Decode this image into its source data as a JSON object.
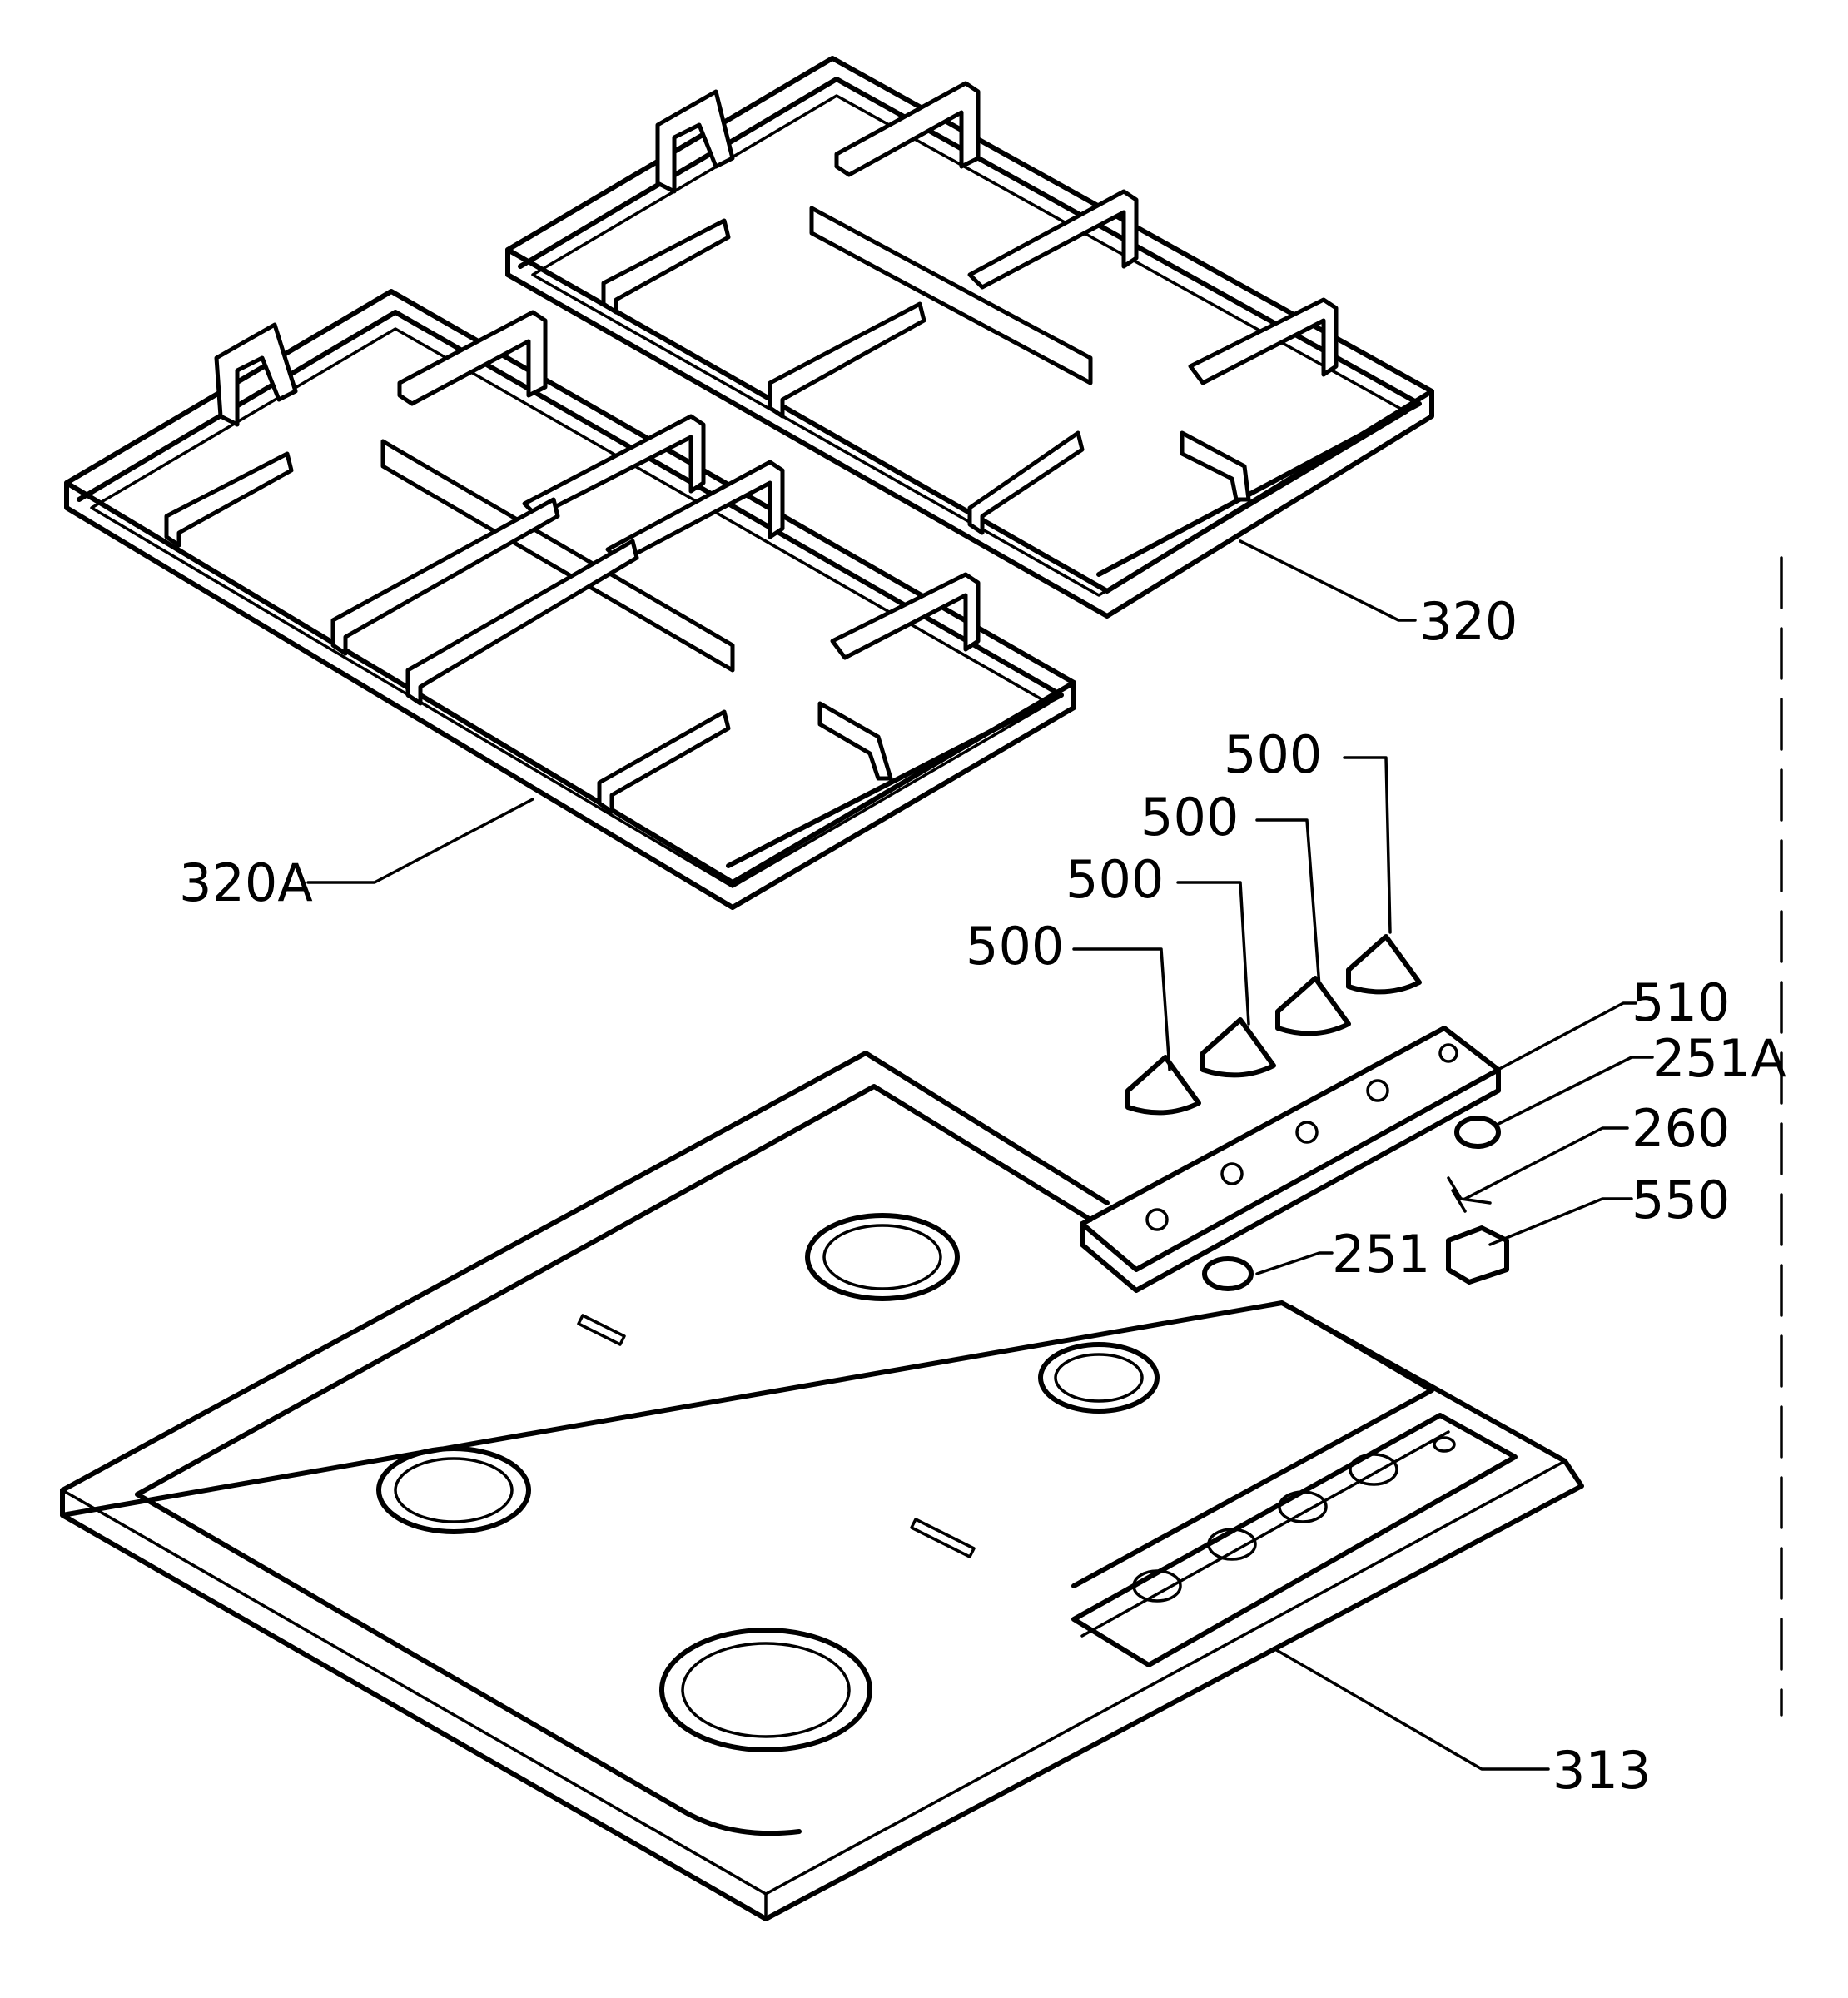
{
  "callouts": [
    {
      "id": "320",
      "text": "320"
    },
    {
      "id": "320A",
      "text": "320A"
    },
    {
      "id": "500a",
      "text": "500"
    },
    {
      "id": "500b",
      "text": "500"
    },
    {
      "id": "500c",
      "text": "500"
    },
    {
      "id": "500d",
      "text": "500"
    },
    {
      "id": "510",
      "text": "510"
    },
    {
      "id": "251A",
      "text": "251A"
    },
    {
      "id": "260",
      "text": "260"
    },
    {
      "id": "550",
      "text": "550"
    },
    {
      "id": "251",
      "text": "251"
    },
    {
      "id": "313",
      "text": "313"
    }
  ]
}
